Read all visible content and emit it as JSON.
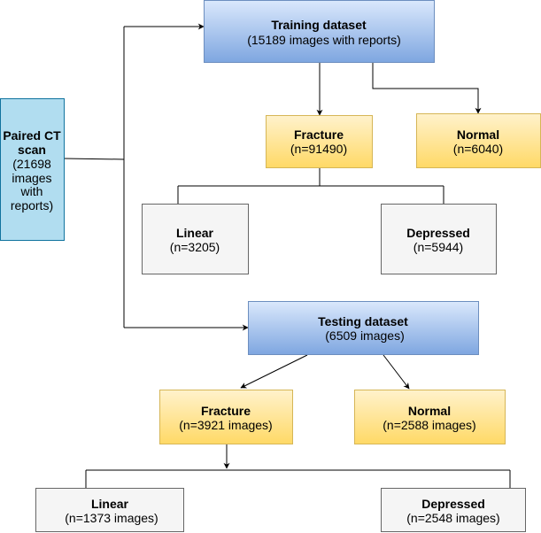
{
  "colors": {
    "blue_top": "#dae8fc",
    "blue_bottom": "#7ea6e0",
    "blue_stroke": "#6c8ebf",
    "yellow_top": "#fff2cc",
    "yellow_bottom": "#ffd966",
    "yellow_stroke": "#d6b656",
    "gray_fill": "#f5f5f5",
    "gray_stroke": "#666666",
    "cyan_fill": "#b1ddf0",
    "cyan_stroke": "#10739e"
  },
  "nodes": {
    "paired_ct": {
      "lines": [
        "Paired CT",
        "scan",
        "(21698",
        "images",
        "with",
        "reports)"
      ],
      "bold_lines": 2
    },
    "training_dataset": {
      "title": "Training dataset",
      "subtitle": "(15189 images with reports)"
    },
    "train_fracture": {
      "title": "Fracture",
      "subtitle": "(n=91490)"
    },
    "train_normal": {
      "title": "Normal",
      "subtitle": "(n=6040)"
    },
    "train_linear": {
      "title": "Linear",
      "subtitle": "(n=3205)"
    },
    "train_depressed": {
      "title": "Depressed",
      "subtitle": "(n=5944)"
    },
    "testing_dataset": {
      "title": "Testing dataset",
      "subtitle": "(6509 images)"
    },
    "test_fracture": {
      "title": "Fracture",
      "subtitle": "(n=3921 images)"
    },
    "test_normal": {
      "title": "Normal",
      "subtitle": "(n=2588 images)"
    },
    "test_linear": {
      "title": "Linear",
      "subtitle": "(n=1373 images)"
    },
    "test_depressed": {
      "title": "Depressed",
      "subtitle": "(n=2548 images)"
    }
  }
}
